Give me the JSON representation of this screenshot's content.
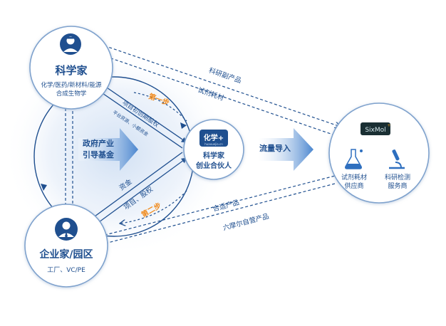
{
  "colors": {
    "primary": "#1f4f8f",
    "accent": "#f08a1c",
    "node_border": "#7fa2cd",
    "arrow_fill": "#5b8fd0",
    "dashed_line": "#1f4f8f",
    "sixmol_bg": "#1a2f33",
    "sixmol_text": "#d6e8ec"
  },
  "scientist": {
    "icon": "scientist-avatar-icon",
    "title": "科学家",
    "subtitle_1": "化学/医药/新材料/能源",
    "subtitle_2": "合成生物学"
  },
  "entrepreneur": {
    "icon": "businessman-avatar-icon",
    "title": "企业家/园区",
    "subtitle": "工厂、VC/PE"
  },
  "platform": {
    "logo_text": "化学+",
    "logo_subtext": "huaxuejia.cn",
    "title_1": "科学家",
    "title_2": "创业合伙人"
  },
  "sixmol": {
    "logo_text": "SixMol",
    "item_1_icon": "flask-icon",
    "item_1_line_1": "试剂耗材",
    "item_1_line_2": "供应商",
    "item_2_icon": "microscope-icon",
    "item_2_line_1": "科研检测",
    "item_2_line_2": "服务商"
  },
  "labels": {
    "government_1": "政府产业",
    "government_2": "引导基金",
    "traffic": "流量导入",
    "step_1": "第一步",
    "step_1_line_1": "项目初创期股权",
    "step_1_line_2": "平台资源、小额资金",
    "step_2": "第二步",
    "step_2_line_1": "资金",
    "step_2_line_2": "项目、股权",
    "top_line_1": "科研副产品",
    "top_line_2": "试剂耗材",
    "bottom_line_1": "合适产品",
    "bottom_line_2": "六摩尔自营产品"
  }
}
